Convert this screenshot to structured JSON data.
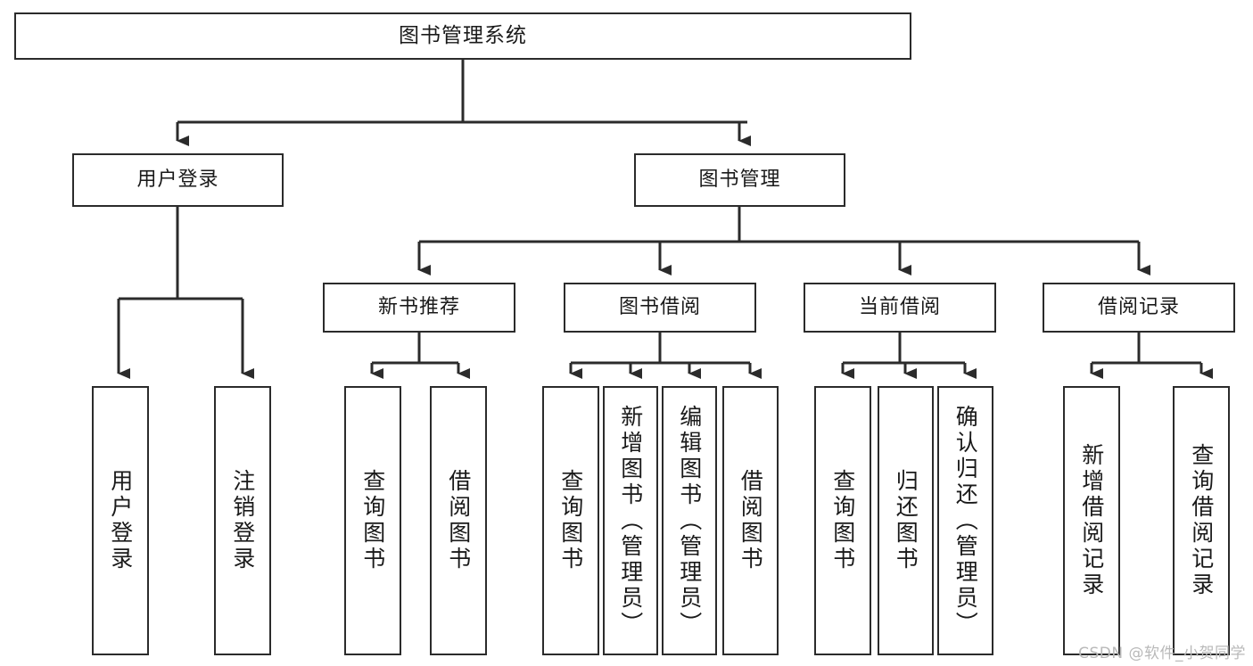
{
  "diagram": {
    "title": "图书管理系统",
    "type": "tree-hierarchy-diagram",
    "orientation": "top-down",
    "colors": {
      "stroke": "#2b2b2b",
      "fill": "#ffffff",
      "text": "#1a1a1a",
      "watermark": "#b9b9b9"
    }
  },
  "root": {
    "label": "图书管理系统"
  },
  "level2": [
    {
      "label": "用户登录"
    },
    {
      "label": "图书管理"
    }
  ],
  "level3": [
    {
      "label": "新书推荐"
    },
    {
      "label": "图书借阅"
    },
    {
      "label": "当前借阅"
    },
    {
      "label": "借阅记录"
    }
  ],
  "leaves": {
    "user_login": [
      {
        "label": "用户登录"
      },
      {
        "label": "注销登录"
      }
    ],
    "new_book_recommend": [
      {
        "label": "查询图书"
      },
      {
        "label": "借阅图书"
      }
    ],
    "book_borrow": [
      {
        "label": "查询图书"
      },
      {
        "label": "新增图书（管理员）"
      },
      {
        "label": "编辑图书（管理员）"
      },
      {
        "label": "借阅图书"
      }
    ],
    "current_borrow": [
      {
        "label": "查询图书"
      },
      {
        "label": "归还图书"
      },
      {
        "label": "确认归还（管理员）"
      }
    ],
    "borrow_record": [
      {
        "label": "新增借阅记录"
      },
      {
        "label": "查询借阅记录"
      }
    ]
  },
  "watermark": {
    "text": "CSDN @软件_小贺同学"
  }
}
